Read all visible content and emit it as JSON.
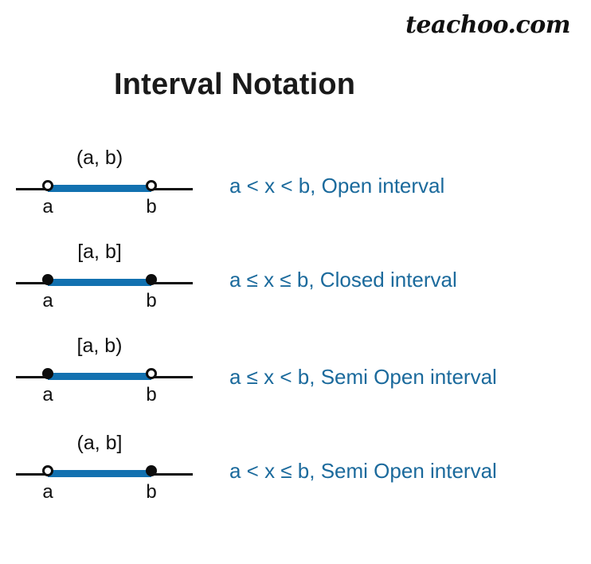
{
  "branding": {
    "logo_text": "teachoo.com"
  },
  "header": {
    "title": "Interval Notation"
  },
  "colors": {
    "segment_blue": "#1271b0",
    "description_blue": "#1b6a9c",
    "axis_black": "#0d0d0d",
    "background": "#ffffff"
  },
  "diagram": {
    "endpoint_labels": {
      "left": "a",
      "right": "b"
    },
    "rows": [
      {
        "notation": "(a, b)",
        "left_endpoint": "open",
        "right_endpoint": "open",
        "left_label": "a",
        "right_label": "b",
        "description": "a < x < b, Open interval"
      },
      {
        "notation": "[a, b]",
        "left_endpoint": "closed",
        "right_endpoint": "closed",
        "left_label": "a",
        "right_label": "b",
        "description": "a ≤ x ≤ b, Closed interval"
      },
      {
        "notation": "[a, b)",
        "left_endpoint": "closed",
        "right_endpoint": "open",
        "left_label": "a",
        "right_label": "b",
        "description": "a ≤ x < b, Semi Open interval"
      },
      {
        "notation": "(a, b]",
        "left_endpoint": "open",
        "right_endpoint": "closed",
        "left_label": "a",
        "right_label": "b",
        "description": "a < x ≤ b, Semi Open interval"
      }
    ]
  }
}
